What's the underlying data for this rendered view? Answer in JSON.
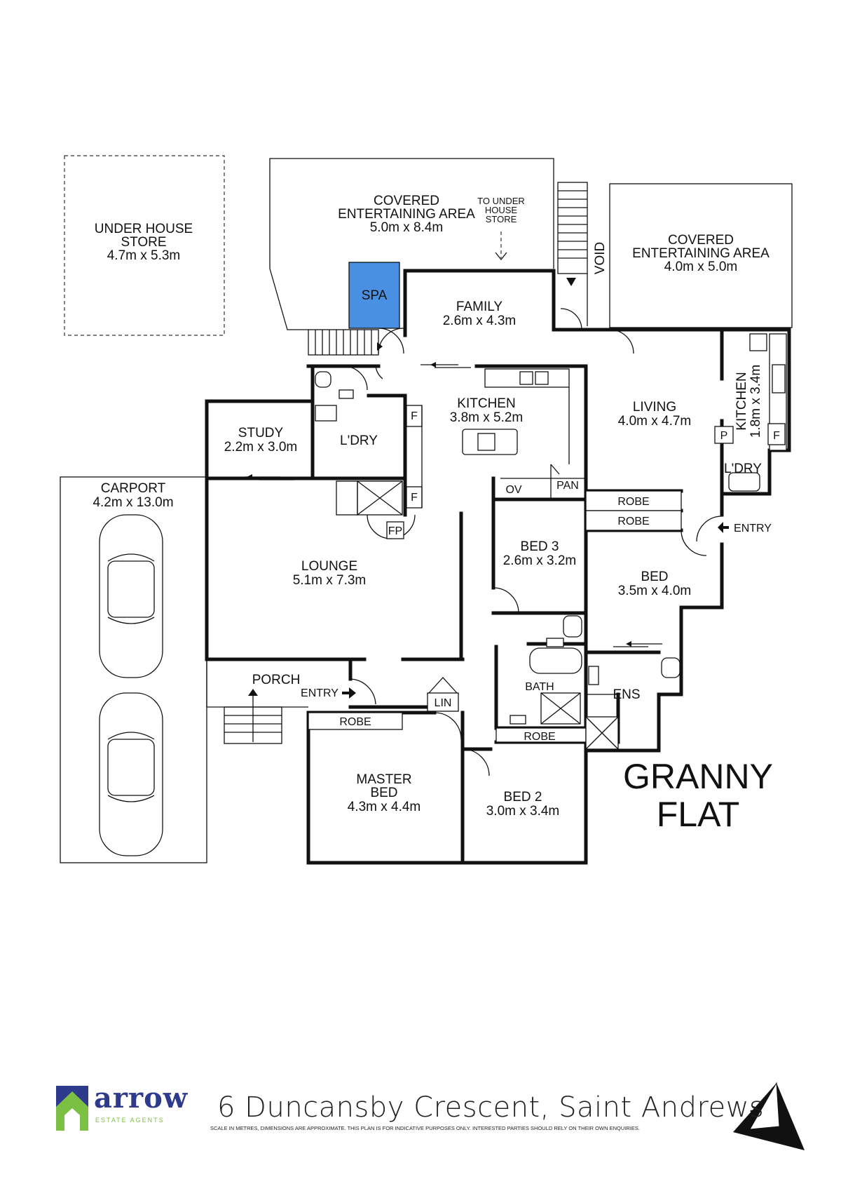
{
  "rooms": {
    "under_house_store": {
      "line1": "UNDER HOUSE",
      "line2": "STORE",
      "dims": "4.7m x 5.3m"
    },
    "covered_ent_main": {
      "line1": "COVERED",
      "line2": "ENTERTAINING AREA",
      "dims": "5.0m x 8.4m"
    },
    "to_under_store": {
      "line1": "TO UNDER",
      "line2": "HOUSE",
      "line3": "STORE"
    },
    "covered_ent_flat": {
      "line1": "COVERED",
      "line2": "ENTERTAINING AREA",
      "dims": "4.0m x 5.0m"
    },
    "void": "VOID",
    "spa": "SPA",
    "family": {
      "name": "FAMILY",
      "dims": "2.6m x 4.3m"
    },
    "kitchen": {
      "name": "KITCHEN",
      "dims": "3.8m x 5.2m"
    },
    "study": {
      "name": "STUDY",
      "dims": "2.2m x 3.0m"
    },
    "laundry": "L'DRY",
    "lounge": {
      "name": "LOUNGE",
      "dims": "5.1m x 7.3m"
    },
    "carport": {
      "name": "CARPORT",
      "dims": "4.2m x 13.0m"
    },
    "porch": "PORCH",
    "entry_main": "ENTRY",
    "lin": "LIN",
    "robe_master": "ROBE",
    "master_bed": {
      "line1": "MASTER",
      "line2": "BED",
      "dims": "4.3m x 4.4m"
    },
    "bed2": {
      "name": "BED 2",
      "dims": "3.0m x 3.4m"
    },
    "bed3": {
      "name": "BED 3",
      "dims": "2.6m x 3.2m"
    },
    "bath": "BATH",
    "robe_bed2": "ROBE",
    "ov": "OV",
    "pan": "PAN",
    "fridge1": "F",
    "fridge2": "F",
    "fp": "FP",
    "living": {
      "name": "LIVING",
      "dims": "4.0m x 4.7m"
    },
    "kitchen_flat": {
      "name": "KITCHEN",
      "dims": "1.8m x 3.4m"
    },
    "fridge_flat": "F",
    "pantry_flat": "P",
    "laundry_flat": "L'DRY",
    "robe_flat1": "ROBE",
    "robe_flat2": "ROBE",
    "entry_flat": "ENTRY",
    "bed_flat": {
      "name": "BED",
      "dims": "3.5m x 4.0m"
    },
    "ens": "ENS"
  },
  "granny_flat": {
    "line1": "GRANNY",
    "line2": "FLAT"
  },
  "footer": {
    "brand": "arrow",
    "brand_sub": "ESTATE AGENTS",
    "address": "6 Duncansby Crescent, Saint Andrews",
    "disclaimer": "SCALE IN METRES, DIMENSIONS ARE APPROXIMATE. THIS PLAN IS FOR INDICATIVE PURPOSES ONLY. INTERESTED PARTIES SHOULD RELY ON THEIR OWN ENQUIRIES.",
    "compass": "N"
  },
  "colors": {
    "spa": "#4a90e2",
    "brand_blue": "#2e3a8c",
    "brand_green": "#7bc043"
  }
}
